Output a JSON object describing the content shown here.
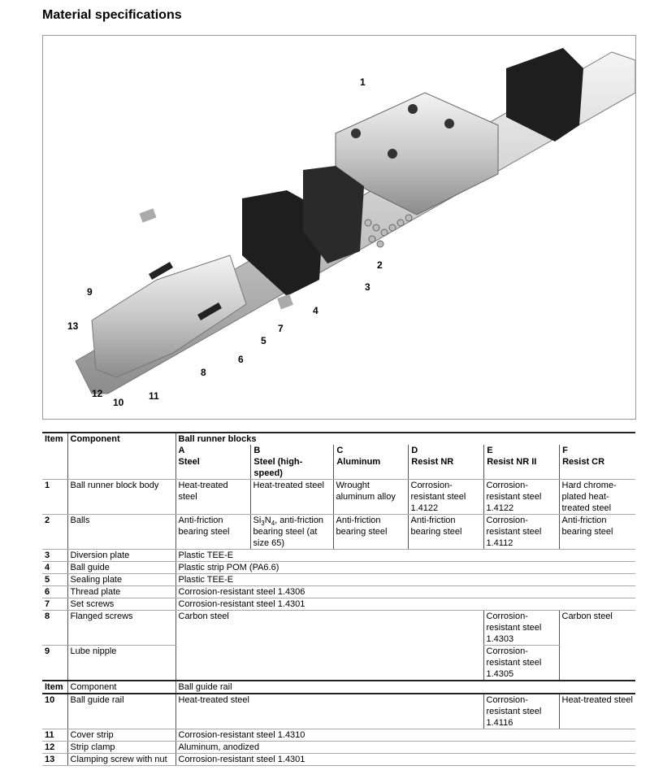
{
  "title": "Material specifications",
  "figure": {
    "callouts": [
      "1",
      "2",
      "3",
      "4",
      "5",
      "6",
      "7",
      "8",
      "9",
      "10",
      "11",
      "12",
      "13"
    ]
  },
  "table": {
    "header": {
      "item": "Item",
      "component": "Component",
      "group": "Ball runner blocks",
      "columns": [
        {
          "letter": "A",
          "name": "Steel"
        },
        {
          "letter": "B",
          "name": "Steel (high-speed)"
        },
        {
          "letter": "C",
          "name": "Aluminum"
        },
        {
          "letter": "D",
          "name": "Resist NR"
        },
        {
          "letter": "E",
          "name": "Resist NR II"
        },
        {
          "letter": "F",
          "name": "Resist CR"
        }
      ]
    },
    "rows": {
      "r1": {
        "item": "1",
        "component": "Ball runner block body",
        "A": "Heat-treated steel",
        "B": "Heat-treated steel",
        "C": "Wrought aluminum alloy",
        "D": "Corrosion-resistant steel 1.4122",
        "E": "Corrosion-resistant steel 1.4122",
        "F": "Hard chrome-plated heat-treated steel"
      },
      "r2": {
        "item": "2",
        "component": "Balls",
        "A": "Anti-friction bearing steel",
        "B_formula_main": "Si",
        "B_sub3": "3",
        "B_N": "N",
        "B_sub4": "4",
        "B_rest": ", anti-friction bearing steel (at size 65)",
        "C": "Anti-friction bearing steel",
        "D": "Anti-friction bearing steel",
        "E": "Corrosion-resistant steel 1.4112",
        "F": "Anti-friction bearing steel"
      },
      "r3": {
        "item": "3",
        "component": "Diversion plate",
        "value": "Plastic TEE-E"
      },
      "r4": {
        "item": "4",
        "component": "Ball guide",
        "value": "Plastic strip POM (PA6.6)"
      },
      "r5": {
        "item": "5",
        "component": "Sealing plate",
        "value": "Plastic TEE-E"
      },
      "r6": {
        "item": "6",
        "component": "Thread plate",
        "value": "Corrosion-resistant steel 1.4306"
      },
      "r7": {
        "item": "7",
        "component": "Set screws",
        "value": "Corrosion-resistant steel 1.4301"
      },
      "r8": {
        "item": "8",
        "component": "Flanged screws",
        "AD": "Carbon steel",
        "E": "Corrosion-resistant steel 1.4303",
        "F": "Carbon steel"
      },
      "r9": {
        "item": "9",
        "component": "Lube nipple",
        "E": "Corrosion-resistant steel 1.4305"
      },
      "rail_header": {
        "item": "Item",
        "component": "Component",
        "group": "Ball guide rail"
      },
      "r10": {
        "item": "10",
        "component": "Ball guide rail",
        "AD": "Heat-treated steel",
        "E": "Corrosion-resistant steel 1.4116",
        "F": "Heat-treated steel"
      },
      "r11": {
        "item": "11",
        "component": "Cover strip",
        "value": "Corrosion-resistant steel 1.4310"
      },
      "r12": {
        "item": "12",
        "component": "Strip clamp",
        "value": "Aluminum, anodized"
      },
      "r13": {
        "item": "13",
        "component": "Clamping screw with nut",
        "value": "Corrosion-resistant steel 1.4301"
      }
    }
  }
}
